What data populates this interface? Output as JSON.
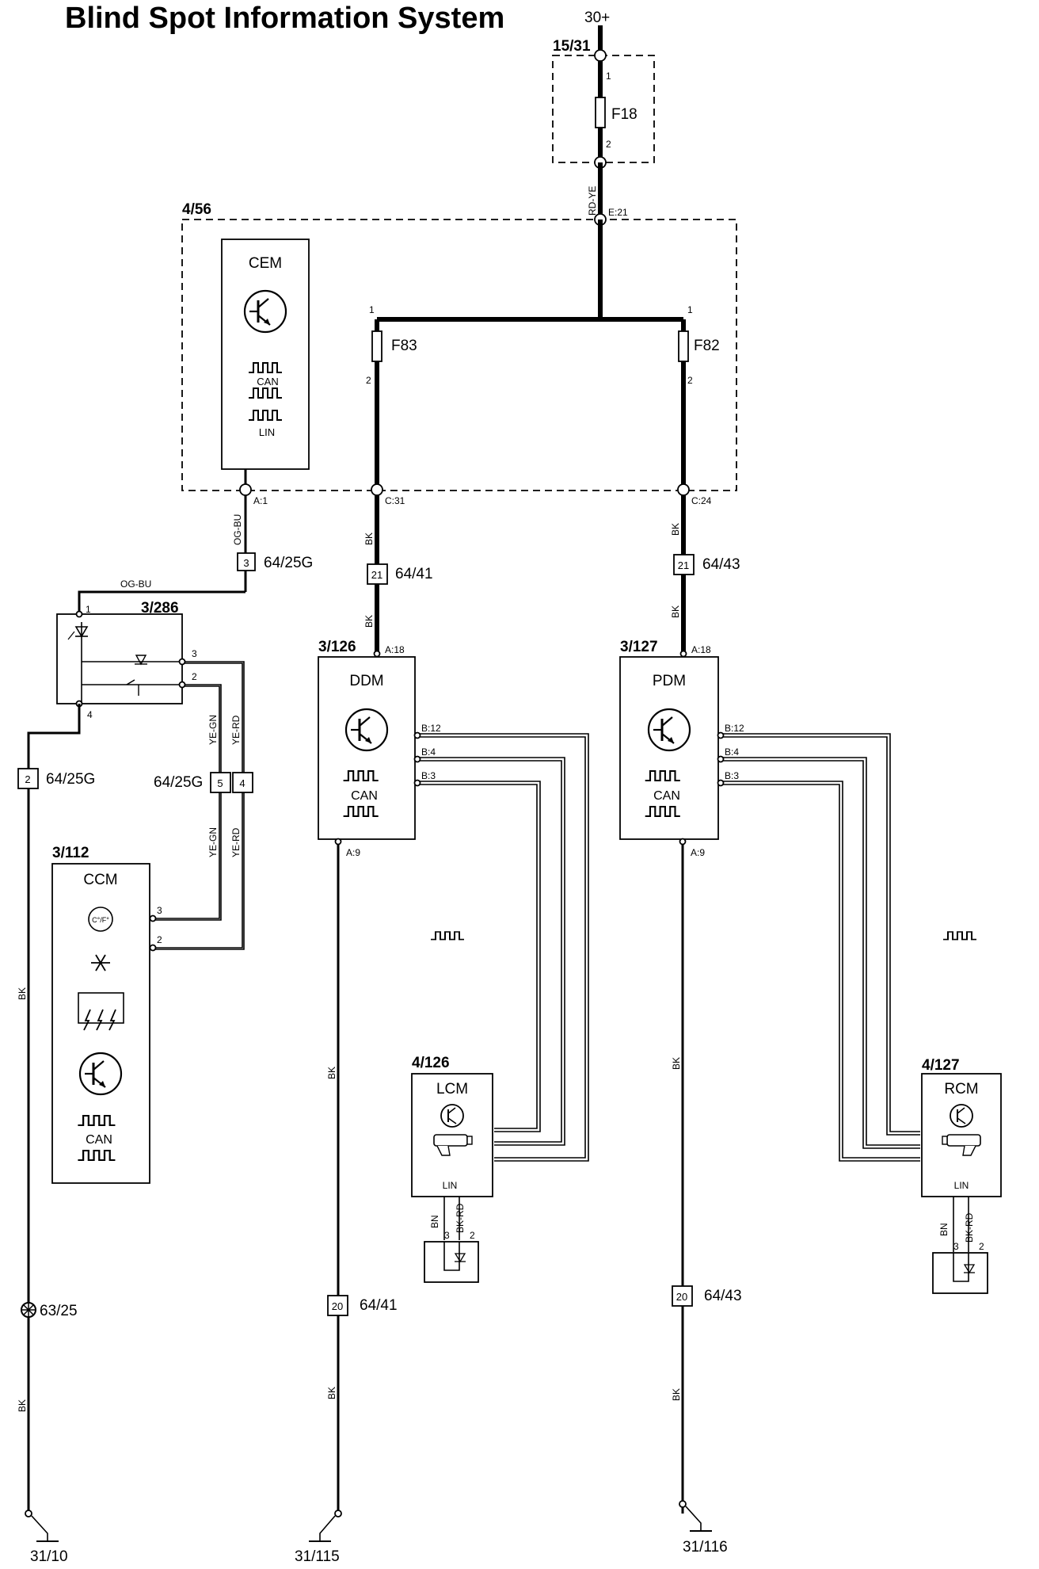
{
  "title": "Blind Spot Information System",
  "supply": "30+",
  "fuse_box": {
    "id": "15/31",
    "fuse": "F18",
    "pin_in": "1",
    "pin_out": "2"
  },
  "cem_unit": {
    "id": "4/56",
    "name": "CEM",
    "can": "CAN",
    "lin": "LIN",
    "fuse_left": "F83",
    "fuse_right": "F82",
    "pin_e21": "E:21",
    "pin_a1": "A:1",
    "pin_c31": "C:31",
    "pin_c24": "C:24",
    "fuse_pin1": "1",
    "fuse_pin2": "2"
  },
  "wire_colors": {
    "rd_ye": "RD-YE",
    "og_bu": "OG-BU",
    "bk": "BK",
    "ye_gn": "YE-GN",
    "ye_rd": "YE-RD",
    "bn": "BN",
    "bk_rd": "BK-RD"
  },
  "connectors": {
    "c3_64_25g": {
      "pin": "3",
      "label": "64/25G"
    },
    "c2_64_25g": {
      "pin": "2",
      "label": "64/25G"
    },
    "c54_64_25g": {
      "pin_a": "5",
      "pin_b": "4",
      "label": "64/25G"
    },
    "c21_64_41": {
      "pin": "21",
      "label": "64/41"
    },
    "c21_64_43": {
      "pin": "21",
      "label": "64/43"
    },
    "c20_64_41": {
      "pin": "20",
      "label": "64/41"
    },
    "c20_64_43": {
      "pin": "20",
      "label": "64/43"
    },
    "splice": {
      "label": "63/25"
    }
  },
  "switch_unit": {
    "id": "3/286",
    "pin1": "1",
    "pin2": "2",
    "pin3": "3",
    "pin4": "4"
  },
  "ccm": {
    "id": "3/112",
    "name": "CCM",
    "can": "CAN",
    "temp": "C°/F°",
    "pin3": "3",
    "pin2": "2"
  },
  "ddm": {
    "id": "3/126",
    "name": "DDM",
    "can": "CAN",
    "a18": "A:18",
    "b12": "B:12",
    "b4": "B:4",
    "b3": "B:3",
    "a9": "A:9"
  },
  "pdm": {
    "id": "3/127",
    "name": "PDM",
    "can": "CAN",
    "a18": "A:18",
    "b12": "B:12",
    "b4": "B:4",
    "b3": "B:3",
    "a9": "A:9"
  },
  "lcm": {
    "id": "4/126",
    "name": "LCM",
    "lin": "LIN",
    "pin3": "3",
    "pin2": "2"
  },
  "rcm": {
    "id": "4/127",
    "name": "RCM",
    "lin": "LIN",
    "pin3": "3",
    "pin2": "2"
  },
  "grounds": {
    "g1": "31/10",
    "g2": "31/115",
    "g3": "31/116"
  }
}
